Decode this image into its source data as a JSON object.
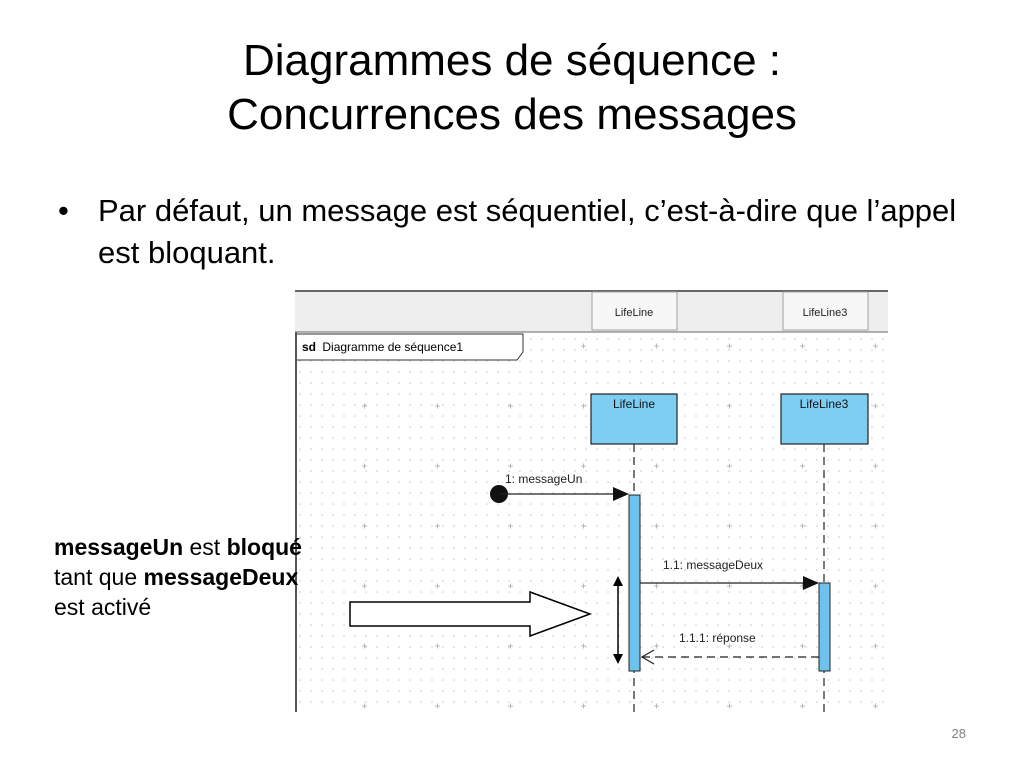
{
  "slide": {
    "title_line1": "Diagrammes de séquence :",
    "title_line2": "Concurrences des messages",
    "bullet_symbol": "•",
    "bullet_text": "Par défaut, un message est séquentiel, c’est-à-dire que l’appel est bloquant.",
    "note": {
      "bold1": "messageUn",
      "text1": " est ",
      "bold2": "bloqué",
      "text2": " tant que ",
      "bold3": "messageDeux",
      "text3": " est activé"
    },
    "page_number": "28"
  },
  "diagram": {
    "header_lifelines": [
      "LifeLine",
      "LifeLine3"
    ],
    "frame_keyword": "sd",
    "frame_name": "Diagramme de séquence1",
    "lifelines": [
      "LifeLine",
      "LifeLine3"
    ],
    "messages": [
      {
        "label": "1: messageUn",
        "type": "found-sync"
      },
      {
        "label": "1.1: messageDeux",
        "type": "sync"
      },
      {
        "label": "1.1.1: réponse",
        "type": "reply"
      }
    ],
    "colors": {
      "lifeline_fill": "#7ecef4",
      "activation_fill": "#6ec3ec",
      "header_bg": "#eeeeee",
      "grid_dot": "#c8c8c8"
    }
  }
}
